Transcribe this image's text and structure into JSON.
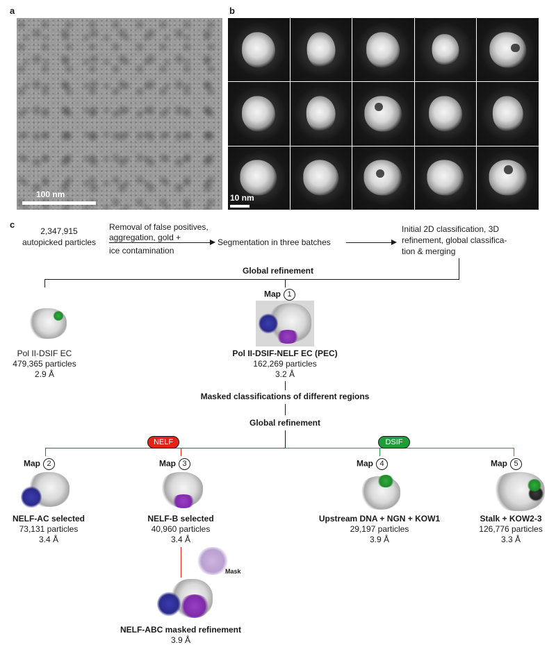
{
  "panels": {
    "a": {
      "letter": "a",
      "scale_label": "100 nm"
    },
    "b": {
      "letter": "b",
      "scale_label": "10 nm"
    },
    "c": {
      "letter": "c"
    }
  },
  "flow": {
    "particles_count": "2,347,915",
    "particles_label": "autopicked particles",
    "removal_line1": "Removal of false positives,",
    "removal_line2": "aggregation, gold +",
    "removal_line3": "ice contamination",
    "segmentation": "Segmentation in three batches",
    "initial_line1": "Initial 2D classification, 3D",
    "initial_line2": "refinement, global classifica-",
    "initial_line3": "tion & merging",
    "global_refinement_1": "Global refinement",
    "masked_classifications": "Masked classifications of different regions",
    "global_refinement_2": "Global refinement",
    "nelf_tag": "NELF",
    "dsif_tag": "DSIF",
    "mask_label": "Mask"
  },
  "maps": {
    "map_word": "Map",
    "pol_dsif": {
      "name": "Pol II-DSIF EC",
      "particles": "479,365 particles",
      "resolution": "2.9 Å"
    },
    "m1": {
      "num": "1",
      "name": "Pol II-DSIF-NELF EC (PEC)",
      "particles": "162,269 particles",
      "resolution": "3.2 Å"
    },
    "m2": {
      "num": "2",
      "name": "NELF-AC selected",
      "particles": "73,131 particles",
      "resolution": "3.4 Å"
    },
    "m3": {
      "num": "3",
      "name": "NELF-B selected",
      "particles": "40,960 particles",
      "resolution": "3.4 Å"
    },
    "m4": {
      "num": "4",
      "name": "Upstream DNA + NGN + KOW1",
      "particles": "29,197 particles",
      "resolution": "3.9 Å"
    },
    "m5": {
      "num": "5",
      "name": "Stalk + KOW2-3",
      "particles": "126,776 particles",
      "resolution": "3.3 Å"
    },
    "abc": {
      "name": "NELF-ABC masked refinement",
      "resolution": "3.9 Å"
    }
  },
  "colors": {
    "nelf": "#e2231a",
    "dsif": "#1f9d3a",
    "nelf_ac": "#2b2b8a",
    "nelf_b": "#7d2aa7"
  }
}
